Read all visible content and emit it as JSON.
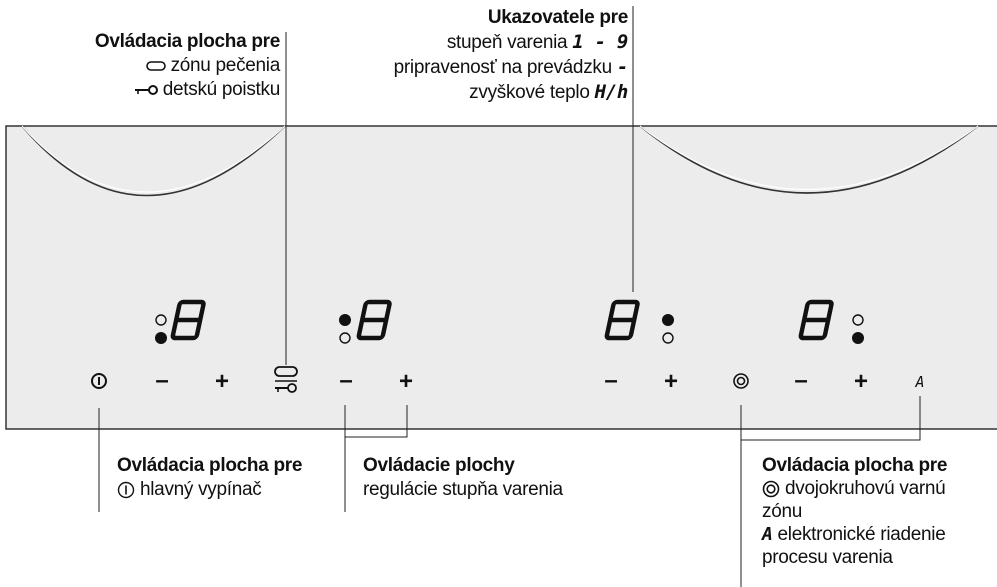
{
  "top_left": {
    "heading": "Ovládacia plocha pre",
    "line1": "zónu pečenia",
    "line2": "detskú poistku",
    "line1_icon": "roasting-zone-icon",
    "line2_icon": "key-lock-icon"
  },
  "top_center": {
    "heading": "Ukazovatele pre",
    "line1_text": "stupeň varenia",
    "line1_symbol": "1 - 9",
    "line2_text": "pripravenosť na prevádzku",
    "line2_symbol": "-",
    "line3_text": "zvyškové teplo",
    "line3_symbol": "H/h"
  },
  "panel": {
    "displays": [
      "8",
      "8",
      "8",
      "8"
    ],
    "buttons": [
      "on-off",
      "minus",
      "plus",
      "lock",
      "minus",
      "plus",
      "minus",
      "plus",
      "dual-zone",
      "automatic"
    ],
    "minus_label": "–",
    "plus_label": "+",
    "auto_label": "A"
  },
  "bottom_left": {
    "heading": "Ovládacia plocha pre",
    "line1": "hlavný vypínač",
    "line1_icon": "power-icon"
  },
  "bottom_center": {
    "heading": "Ovládacie plochy",
    "line1": "regulácie stupňa varenia"
  },
  "bottom_right": {
    "heading": "Ovládacia plocha pre",
    "line1": "dvojokruhovú varnú",
    "line2": "zónu",
    "line3": "elektronické riadenie",
    "line4": "procesu varenia",
    "line1_icon": "dual-circle-icon",
    "line3_icon": "automatic-a-icon"
  }
}
